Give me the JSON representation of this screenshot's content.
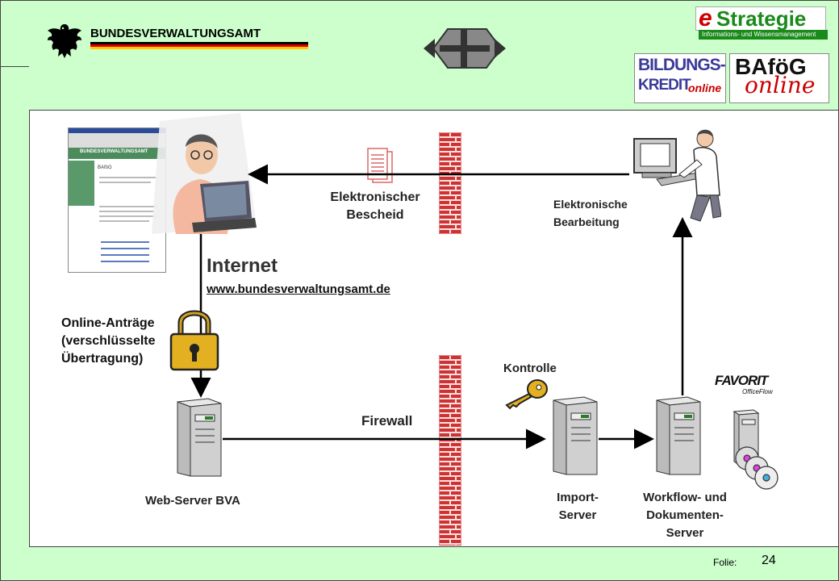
{
  "header": {
    "org_name": "BUNDESVERWALTUNGSAMT",
    "logo_estrategie_main": "Strategie",
    "logo_estrategie_e": "e",
    "logo_estrategie_sub": "Informations- und Wissensmanagement",
    "logo_bildungskredit_line1": "BILDUNGS-",
    "logo_bildungskredit_line2": "KREDIT",
    "logo_bildungskredit_online": "online",
    "logo_bafoeg_line1": "BAföG",
    "logo_bafoeg_line2": "online"
  },
  "diagram": {
    "internet_label": "Internet",
    "internet_url": "www.bundesverwaltungsamt.de",
    "bescheid_line1": "Elektronischer",
    "bescheid_line2": "Bescheid",
    "bearbeitung_line1": "Elektronische",
    "bearbeitung_line2": "Bearbeitung",
    "antraege_line1": "Online-Anträge",
    "antraege_line2": "(verschlüsselte",
    "antraege_line3": "Übertragung)",
    "kontrolle_label": "Kontrolle",
    "firewall_label": "Firewall",
    "webserver_label": "Web-Server BVA",
    "import_line1": "Import-",
    "import_line2": "Server",
    "workflow_line1": "Workflow- und",
    "workflow_line2": "Dokumenten-",
    "workflow_line3": "Server",
    "favorit_logo": "FAVORIT",
    "favorit_sub": "OfficeFlow",
    "browser_title": "BUNDESVERWALTUNGSAMT",
    "browser_page": "BAföG"
  },
  "footer": {
    "folie_label": "Folie:",
    "page_number": "24"
  },
  "colors": {
    "background": "#ccffcc",
    "firewall_brick": "#cc3333",
    "firewall_mortar": "#ffe0e0",
    "arrow": "#000000",
    "logo_green": "#1a8a1a"
  }
}
